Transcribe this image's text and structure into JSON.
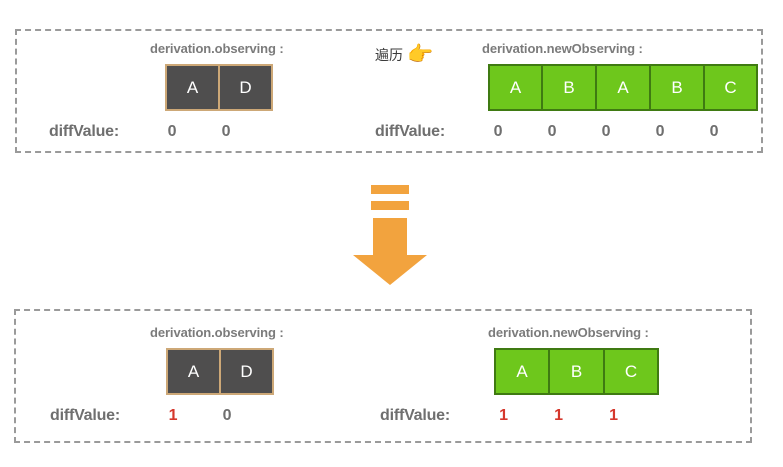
{
  "diagram": {
    "type": "array-diff-illustration",
    "background": "#ffffff",
    "colors": {
      "dashed_border": "#9a9a9a",
      "dark_cell_fill": "#4f4e4e",
      "dark_cell_border": "#cda877",
      "green_cell_fill": "#6ec71c",
      "green_cell_border": "#3f7a12",
      "label_gray": "#7b7b7b",
      "value_gray": "#6f6f6f",
      "value_red": "#d5372c",
      "arrow_orange": "#f2a33e"
    }
  },
  "top_panel": {
    "observing": {
      "label": "derivation.observing :",
      "cells": [
        "A",
        "D"
      ],
      "diff_label": "diffValue:",
      "diff_values": [
        {
          "value": "0",
          "highlight": false
        },
        {
          "value": "0",
          "highlight": false
        }
      ]
    },
    "traverse": {
      "text": "遍历",
      "icon": "pointing-right-hand-icon",
      "glyph": "👉"
    },
    "new_observing": {
      "label": "derivation.newObserving :",
      "cells": [
        "A",
        "B",
        "A",
        "B",
        "C"
      ],
      "diff_label": "diffValue:",
      "diff_values": [
        {
          "value": "0",
          "highlight": false
        },
        {
          "value": "0",
          "highlight": false
        },
        {
          "value": "0",
          "highlight": false
        },
        {
          "value": "0",
          "highlight": false
        },
        {
          "value": "0",
          "highlight": false
        }
      ]
    }
  },
  "arrow": {
    "icon": "down-arrow-icon",
    "direction": "down",
    "color": "#f2a33e",
    "dashes": 2
  },
  "bottom_panel": {
    "observing": {
      "label": "derivation.observing :",
      "cells": [
        "A",
        "D"
      ],
      "diff_label": "diffValue:",
      "diff_values": [
        {
          "value": "1",
          "highlight": true
        },
        {
          "value": "0",
          "highlight": false
        }
      ]
    },
    "new_observing": {
      "label": "derivation.newObserving :",
      "cells": [
        "A",
        "B",
        "C"
      ],
      "diff_label": "diffValue:",
      "diff_values": [
        {
          "value": "1",
          "highlight": true
        },
        {
          "value": "1",
          "highlight": true
        },
        {
          "value": "1",
          "highlight": true
        }
      ]
    }
  }
}
